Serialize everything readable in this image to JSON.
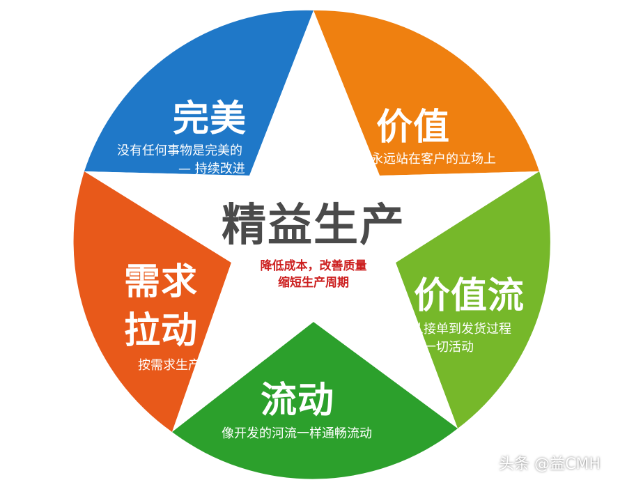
{
  "center": {
    "title": "精益生产",
    "subtitle_line1": "降低成本，改善质量",
    "subtitle_line2": "缩短生产周期"
  },
  "segments": [
    {
      "id": "perfection",
      "title": "完美",
      "desc_line1": "没有任何事物是完美的",
      "desc_line2": "— 持续改进",
      "color": "#1f78c8"
    },
    {
      "id": "value",
      "title": "价值",
      "desc_line1": "永远站在客户的立场上",
      "color": "#ef8010"
    },
    {
      "id": "value-stream",
      "title": "价值流",
      "desc_line1": "从接单到发货过程",
      "desc_line2": "的一切活动",
      "color": "#76b82a"
    },
    {
      "id": "flow",
      "title": "流动",
      "desc_line1": "像开发的河流一样通畅流动",
      "color": "#2ca02c"
    },
    {
      "id": "pull",
      "title_line1": "需求",
      "title_line2": "拉动",
      "desc_line1": "按需求生产",
      "color": "#e8591a"
    }
  ],
  "watermark": "头条 @益CMH"
}
